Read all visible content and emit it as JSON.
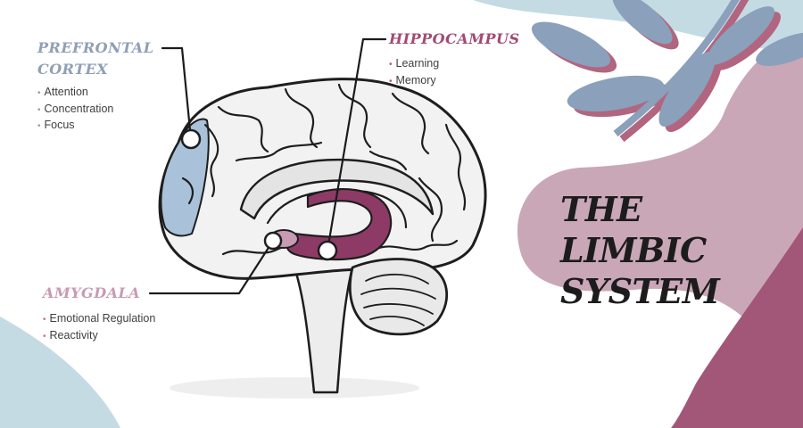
{
  "title": {
    "line1": "THE LIMBIC",
    "line2": "SYSTEM"
  },
  "regions": {
    "prefrontal_cortex": {
      "title_line1": "PREFRONTAL",
      "title_line2": "CORTEX",
      "bullets": [
        "Attention",
        "Concentration",
        "Focus"
      ],
      "color": "#a9c2da"
    },
    "hippocampus": {
      "title": "HIPPOCAMPUS",
      "bullets": [
        "Learning",
        "Memory"
      ],
      "color": "#8e3a66"
    },
    "amygdala": {
      "title": "AMYGDALA",
      "bullets": [
        "Emotional Regulation",
        "Reactivity"
      ],
      "color": "#c89ab3"
    }
  },
  "palette": {
    "blob_mauve": "#c9a7b6",
    "blob_plum": "#a25678",
    "leaf_blue": "#8aa0bb",
    "leaf_shadow": "#b2657f",
    "sky_blue": "#c5dbe4",
    "brain_fill": "#f2f2f2",
    "outline": "#1e1e1e"
  }
}
